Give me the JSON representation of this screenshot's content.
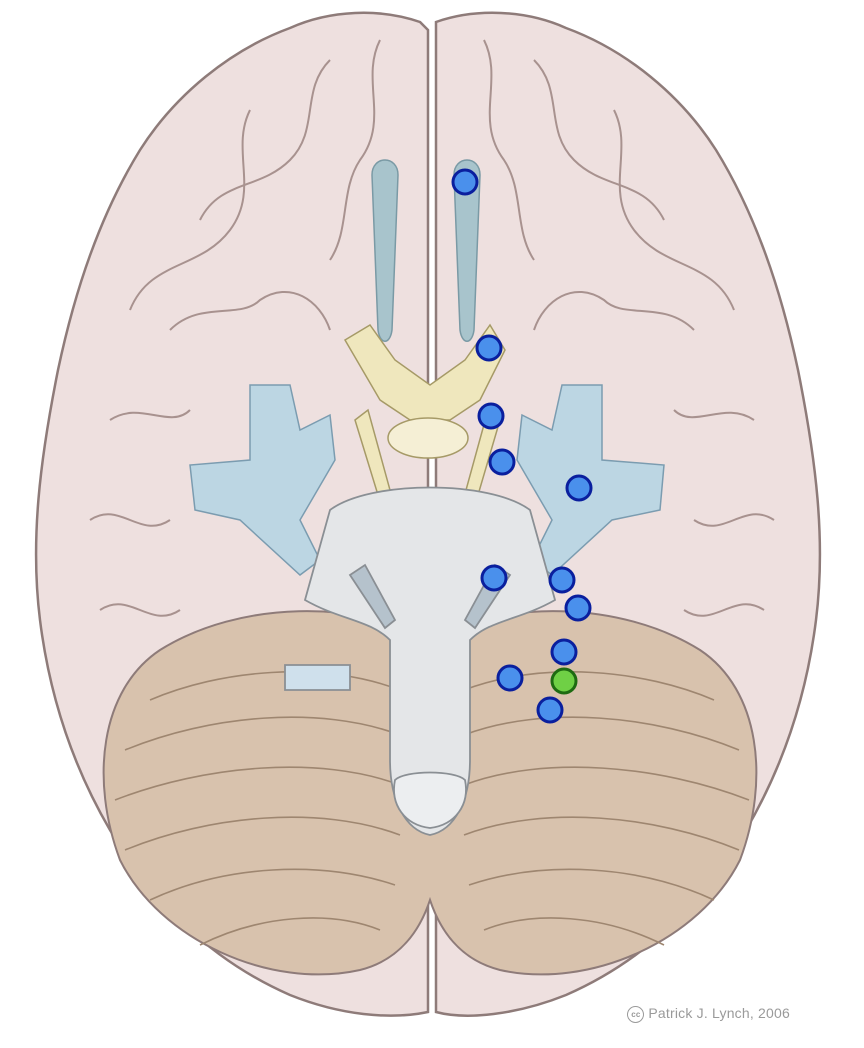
{
  "figure": {
    "credit_symbol": "cc",
    "credit": "Patrick J. Lynch, 2006"
  },
  "colors": {
    "brain_fill": "#eee0df",
    "brain_stroke": "#8e7b79",
    "cerebellum_fill": "#d8c2ad",
    "olfactory": "#a8c4cc",
    "vessel_blue": "#bcd6e3",
    "optic_yellow": "#efe7bd",
    "brainstem": "#e4e6e8",
    "marker_blue": "#4a90ec",
    "marker_blue_ring": "#0a1f9e",
    "marker_green": "#6fd045",
    "marker_green_ring": "#1e6b12"
  },
  "markers": [
    {
      "id": "m1",
      "state": "default"
    },
    {
      "id": "m2",
      "state": "default"
    },
    {
      "id": "m3",
      "state": "default"
    },
    {
      "id": "m4",
      "state": "default"
    },
    {
      "id": "m5",
      "state": "default"
    },
    {
      "id": "m6",
      "state": "default"
    },
    {
      "id": "m7",
      "state": "default"
    },
    {
      "id": "m8",
      "state": "default"
    },
    {
      "id": "m9",
      "state": "default"
    },
    {
      "id": "m10",
      "state": "default"
    },
    {
      "id": "m11",
      "state": "selected"
    },
    {
      "id": "m12",
      "state": "default"
    }
  ]
}
